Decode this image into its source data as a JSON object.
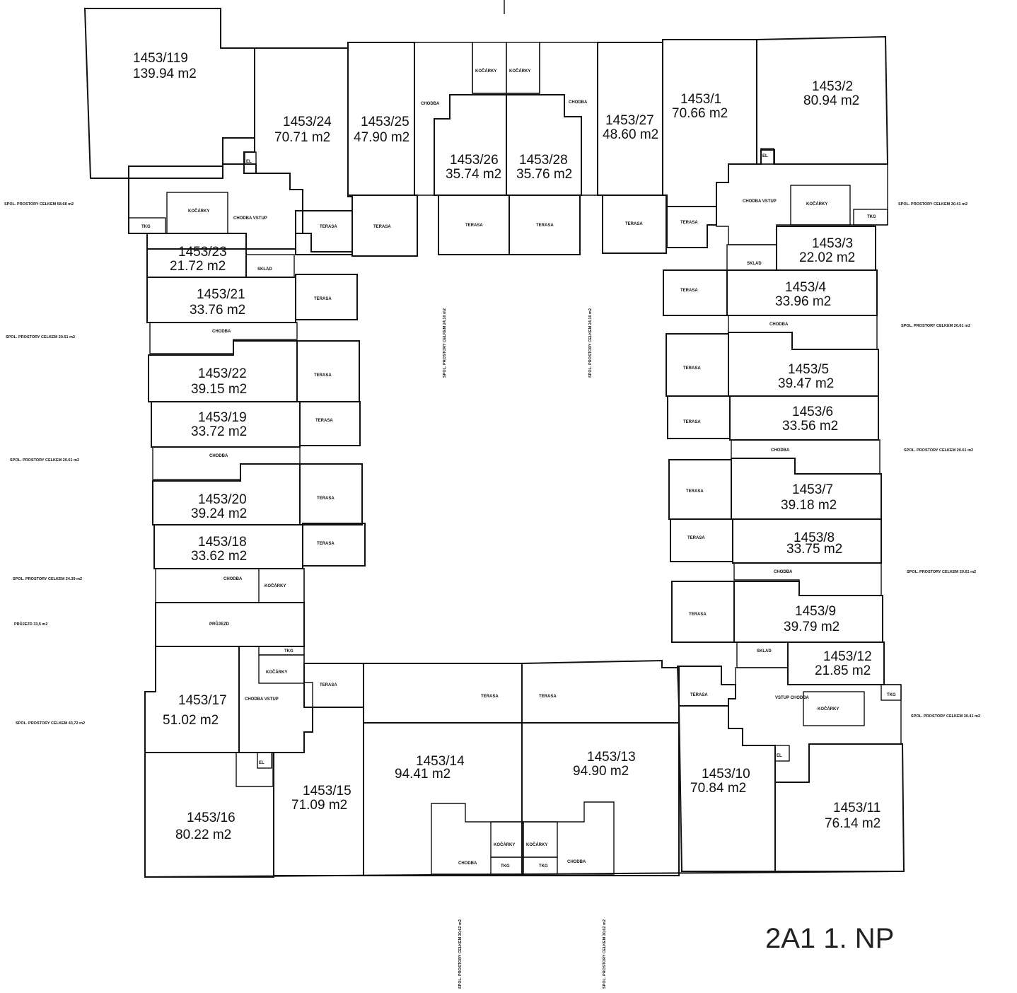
{
  "title": "2A1  1. NP",
  "units": [
    {
      "num": "1453/119",
      "area": "139.94  m2"
    },
    {
      "num": "1453/24",
      "area": "70.71  m2"
    },
    {
      "num": "1453/25",
      "area": "47.90  m2"
    },
    {
      "num": "1453/26",
      "area": "35.74  m2"
    },
    {
      "num": "1453/28",
      "area": "35.76  m2"
    },
    {
      "num": "1453/27",
      "area": "48.60  m2"
    },
    {
      "num": "1453/1",
      "area": "70.66  m2"
    },
    {
      "num": "1453/2",
      "area": "80.94  m2"
    },
    {
      "num": "1453/23",
      "area": "21.72  m2"
    },
    {
      "num": "1453/21",
      "area": "33.76  m2"
    },
    {
      "num": "1453/22",
      "area": "39.15  m2"
    },
    {
      "num": "1453/19",
      "area": "33.72  m2"
    },
    {
      "num": "1453/20",
      "area": "39.24  m2"
    },
    {
      "num": "1453/18",
      "area": "33.62  m2"
    },
    {
      "num": "1453/17",
      "area": "51.02  m2"
    },
    {
      "num": "1453/16",
      "area": "80.22  m2"
    },
    {
      "num": "1453/15",
      "area": "71.09  m2"
    },
    {
      "num": "1453/14",
      "area": "94.41  m2"
    },
    {
      "num": "1453/13",
      "area": "94.90  m2"
    },
    {
      "num": "1453/10",
      "area": "70.84  m2"
    },
    {
      "num": "1453/11",
      "area": "76.14  m2"
    },
    {
      "num": "1453/3",
      "area": "22.02  m2"
    },
    {
      "num": "1453/4",
      "area": "33.96  m2"
    },
    {
      "num": "1453/5",
      "area": "39.47  m2"
    },
    {
      "num": "1453/6",
      "area": "33.56  m2"
    },
    {
      "num": "1453/7",
      "area": "39.18  m2"
    },
    {
      "num": "1453/8",
      "area": "33.75  m2"
    },
    {
      "num": "1453/9",
      "area": "39.79  m2"
    },
    {
      "num": "1453/12",
      "area": "21.85  m2"
    }
  ],
  "labels": {
    "terasa": "TERASA",
    "chodba": "CHODBA",
    "kocarky": "KOČÁRKY",
    "tkg": "TKG",
    "sklad": "SKLAD",
    "pruchod": "PRŮJEZD",
    "chodba_vstup": "CHODBA VSTUP",
    "vstup_chodba": "VSTUP CHODBA",
    "el": "EL"
  },
  "side_notes": {
    "left_1": "SPOL. PROSTORY CELKEM 58.68 m2",
    "left_2": "SPOL. PROSTORY CELKEM 20.61 m2",
    "left_3": "SPOL. PROSTORY CELKEM 20.61 m2",
    "left_4": "SPOL. PROSTORY CELKEM 24.39 m2",
    "left_5": "PRŮJEZD 33,5 m2",
    "left_6": "SPOL. PROSTORY CELKEM 43,72 m2",
    "right_1": "SPOL. PROSTORY CELKEM 30.41 m2",
    "right_2": "SPOL. PROSTORY CELKEM 20.61 m2",
    "right_3": "SPOL. PROSTORY CELKEM 20.61 m2",
    "right_4": "SPOL. PROSTORY CELKEM 20.61 m2",
    "right_5": "SPOL. PROSTORY CELKEM 30.41 m2",
    "top_1": "SPOL. PROSTORY CELKEM 24,10 m2",
    "top_2": "SPOL. PROSTORY CELKEM 24,10 m2",
    "bottom_1": "SPOL. PROSTORY CELKEM 30,62 m2",
    "bottom_2": "SPOL. PROSTORY CELKEM 30,62 m2"
  }
}
